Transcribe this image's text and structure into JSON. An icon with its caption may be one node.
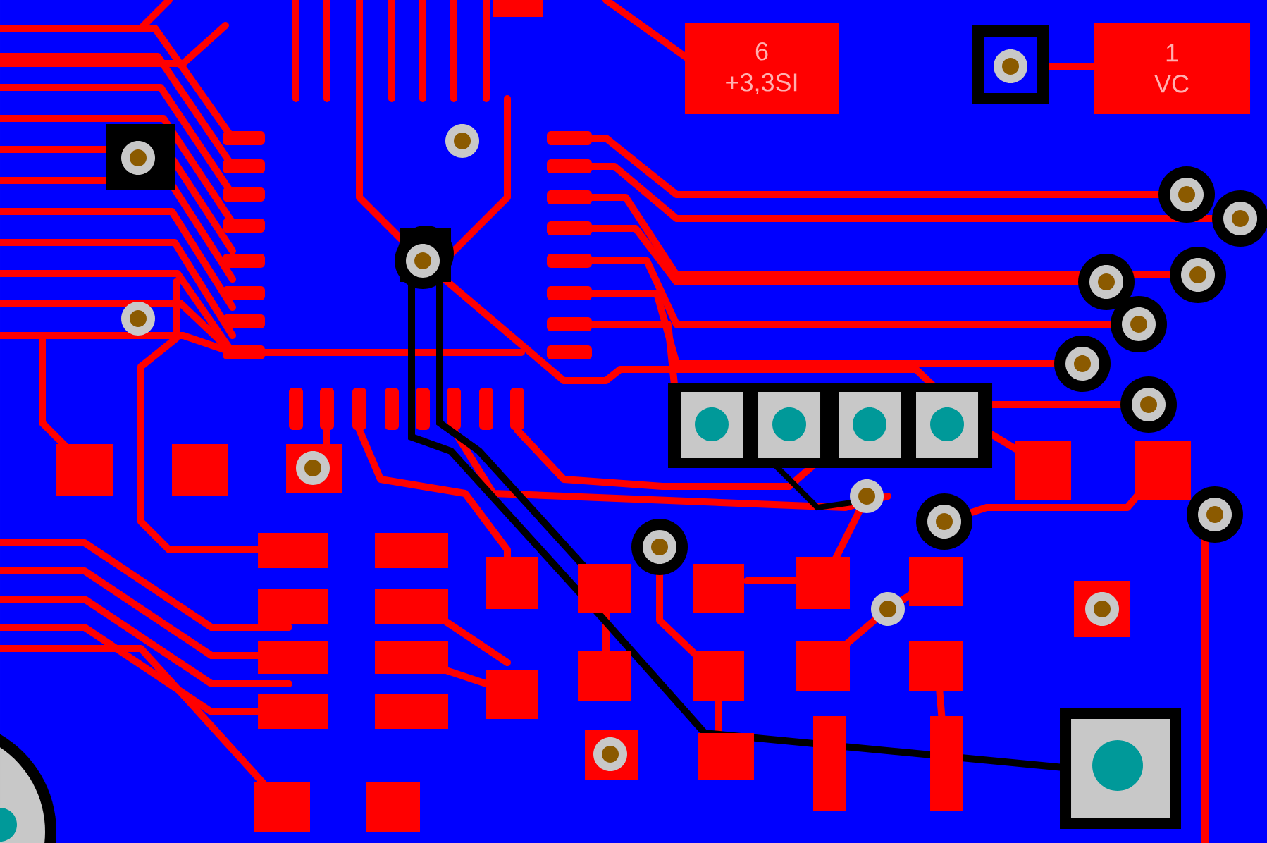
{
  "diagram": {
    "nodes": [
      {
        "text": [
          "6",
          "+3,3SI"
        ]
      },
      {
        "text": [
          "1",
          "VC"
        ]
      }
    ]
  }
}
